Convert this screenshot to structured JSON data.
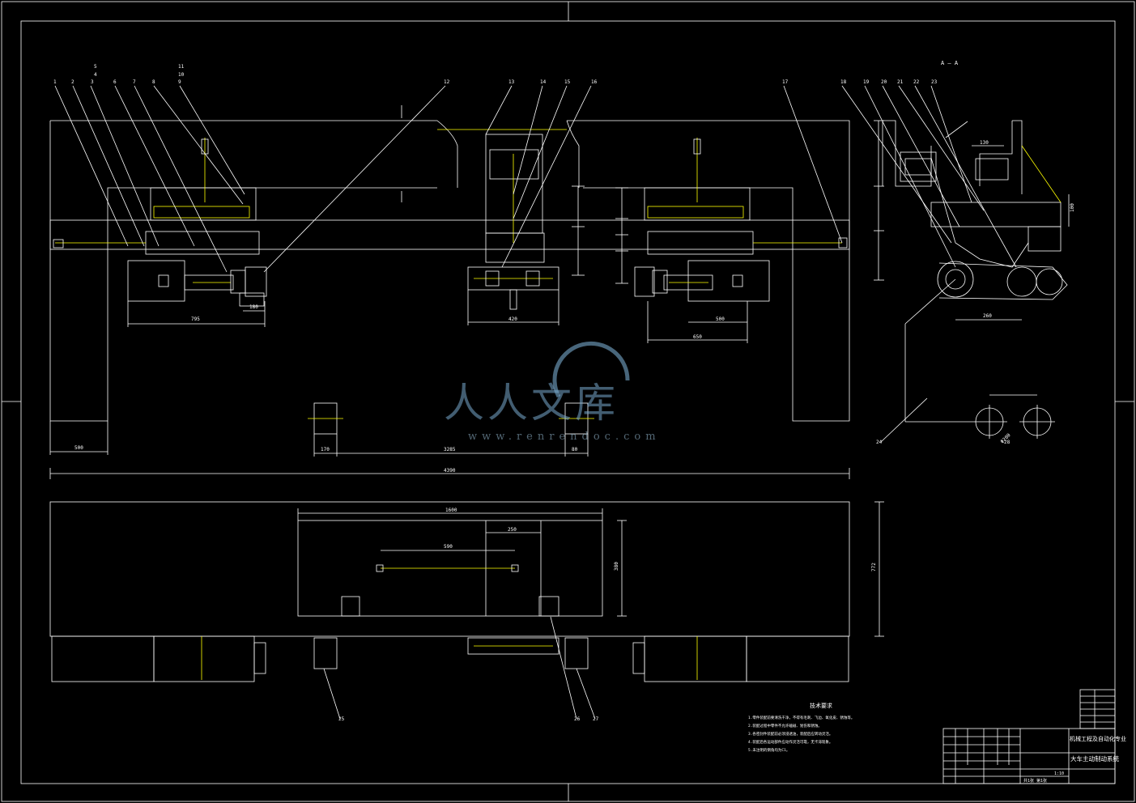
{
  "colors": {
    "background": "#000000",
    "line": "#ffffff",
    "accent": "#ffff00",
    "dim": "#ffffff",
    "watermark": "#78aacd"
  },
  "section_label": "A — A",
  "part_numbers": [
    "1",
    "2",
    "3",
    "4",
    "5",
    "6",
    "7",
    "8",
    "9",
    "10",
    "11",
    "12",
    "13",
    "14",
    "15",
    "16",
    "17",
    "18",
    "19",
    "20",
    "21",
    "22",
    "23",
    "24",
    "25",
    "26",
    "27",
    "28"
  ],
  "dimensions": {
    "front_left_width": "795",
    "front_left_gap": "180",
    "front_mid_width": "420",
    "front_right_width": "500",
    "front_right_base": "650",
    "left_leg": "500",
    "foot_1": "170",
    "foot_span": "3285",
    "foot_2": "80",
    "overall_length": "4390",
    "top_inner": "1600",
    "top_beam": "590",
    "top_small": "250",
    "top_height_1": "380",
    "top_height_2": "772",
    "side_wheel_span": "260",
    "side_wheel_dia": "Φ200",
    "side_top_dim": "130",
    "side_right_dim": "100"
  },
  "tech_requirements": {
    "title": "技术要求",
    "lines": [
      "1.零件装配前要清洗干净，不得有毛刺、飞边、氧化皮、锈蚀等。",
      "2.装配过程中零件不允许磕碰、划伤和锈蚀。",
      "3.各密封件装配前必须浸透油，装配后应转动灵活。",
      "4.装配后各运动部件应动作灵活可靠，无卡滞现象。",
      "5.未注明的倒角均为C1。"
    ]
  },
  "title_block": {
    "school": "机械工程及自动化专业",
    "drawing_title": "大车主动制动系统",
    "scale": "1:10",
    "sheet": "共1张 第1张"
  },
  "watermark": {
    "brand": "人人文库",
    "url": "www.renrendoc.com"
  }
}
